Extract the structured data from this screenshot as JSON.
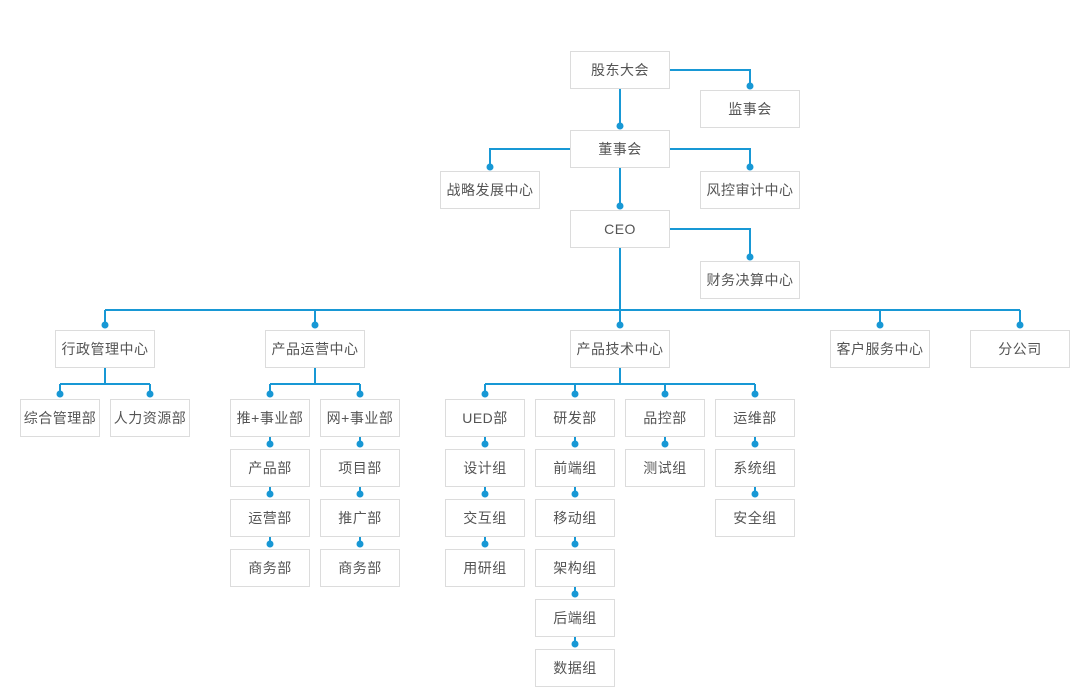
{
  "meta": {
    "background_color": "#ffffff",
    "line_color": "#1898d5",
    "dot_color": "#1898d5",
    "node_border_color": "#dcdcdc",
    "node_background_color": "#ffffff",
    "node_text_color": "#545454"
  },
  "nodes": {
    "shareholders": {
      "label": "股东大会"
    },
    "supervisory_board": {
      "label": "监事会"
    },
    "board_of_directors": {
      "label": "董事会"
    },
    "strategy_center": {
      "label": "战略发展中心"
    },
    "risk_audit_center": {
      "label": "风控审计中心"
    },
    "ceo": {
      "label": "CEO"
    },
    "finance_center": {
      "label": "财务决算中心"
    },
    "admin_center": {
      "label": "行政管理中心"
    },
    "general_mgmt_dept": {
      "label": "综合管理部"
    },
    "hr_dept": {
      "label": "人力资源部"
    },
    "product_ops_center": {
      "label": "产品运营中心"
    },
    "tui_division": {
      "label": "推+事业部"
    },
    "wang_division": {
      "label": "网+事业部"
    },
    "product_dept": {
      "label": "产品部"
    },
    "operations_dept": {
      "label": "运营部"
    },
    "business_dept_tui": {
      "label": "商务部"
    },
    "project_dept": {
      "label": "项目部"
    },
    "promotion_dept": {
      "label": "推广部"
    },
    "business_dept_wang": {
      "label": "商务部"
    },
    "product_tech_center": {
      "label": "产品技术中心"
    },
    "ued_dept": {
      "label": "UED部"
    },
    "design_team": {
      "label": "设计组"
    },
    "interaction_team": {
      "label": "交互组"
    },
    "user_research_team": {
      "label": "用研组"
    },
    "rnd_dept": {
      "label": "研发部"
    },
    "frontend_team": {
      "label": "前端组"
    },
    "mobile_team": {
      "label": "移动组"
    },
    "architecture_team": {
      "label": "架构组"
    },
    "backend_team": {
      "label": "后端组"
    },
    "data_team": {
      "label": "数据组"
    },
    "qc_dept": {
      "label": "品控部"
    },
    "testing_team": {
      "label": "测试组"
    },
    "devops_dept": {
      "label": "运维部"
    },
    "system_team": {
      "label": "系统组"
    },
    "security_team": {
      "label": "安全组"
    },
    "customer_service_center": {
      "label": "客户服务中心"
    },
    "branch_company": {
      "label": "分公司"
    }
  },
  "hierarchy": {
    "shareholders": [
      "supervisory_board",
      "board_of_directors"
    ],
    "board_of_directors": [
      "strategy_center",
      "risk_audit_center",
      "ceo"
    ],
    "ceo": [
      "finance_center",
      "admin_center",
      "product_ops_center",
      "product_tech_center",
      "customer_service_center",
      "branch_company"
    ],
    "admin_center": [
      "general_mgmt_dept",
      "hr_dept"
    ],
    "product_ops_center": [
      "tui_division",
      "wang_division"
    ],
    "tui_division": [
      "product_dept",
      "operations_dept",
      "business_dept_tui"
    ],
    "wang_division": [
      "project_dept",
      "promotion_dept",
      "business_dept_wang"
    ],
    "product_tech_center": [
      "ued_dept",
      "rnd_dept",
      "qc_dept",
      "devops_dept"
    ],
    "ued_dept": [
      "design_team",
      "interaction_team",
      "user_research_team"
    ],
    "rnd_dept": [
      "frontend_team",
      "mobile_team",
      "architecture_team",
      "backend_team",
      "data_team"
    ],
    "qc_dept": [
      "testing_team"
    ],
    "devops_dept": [
      "system_team",
      "security_team"
    ]
  }
}
